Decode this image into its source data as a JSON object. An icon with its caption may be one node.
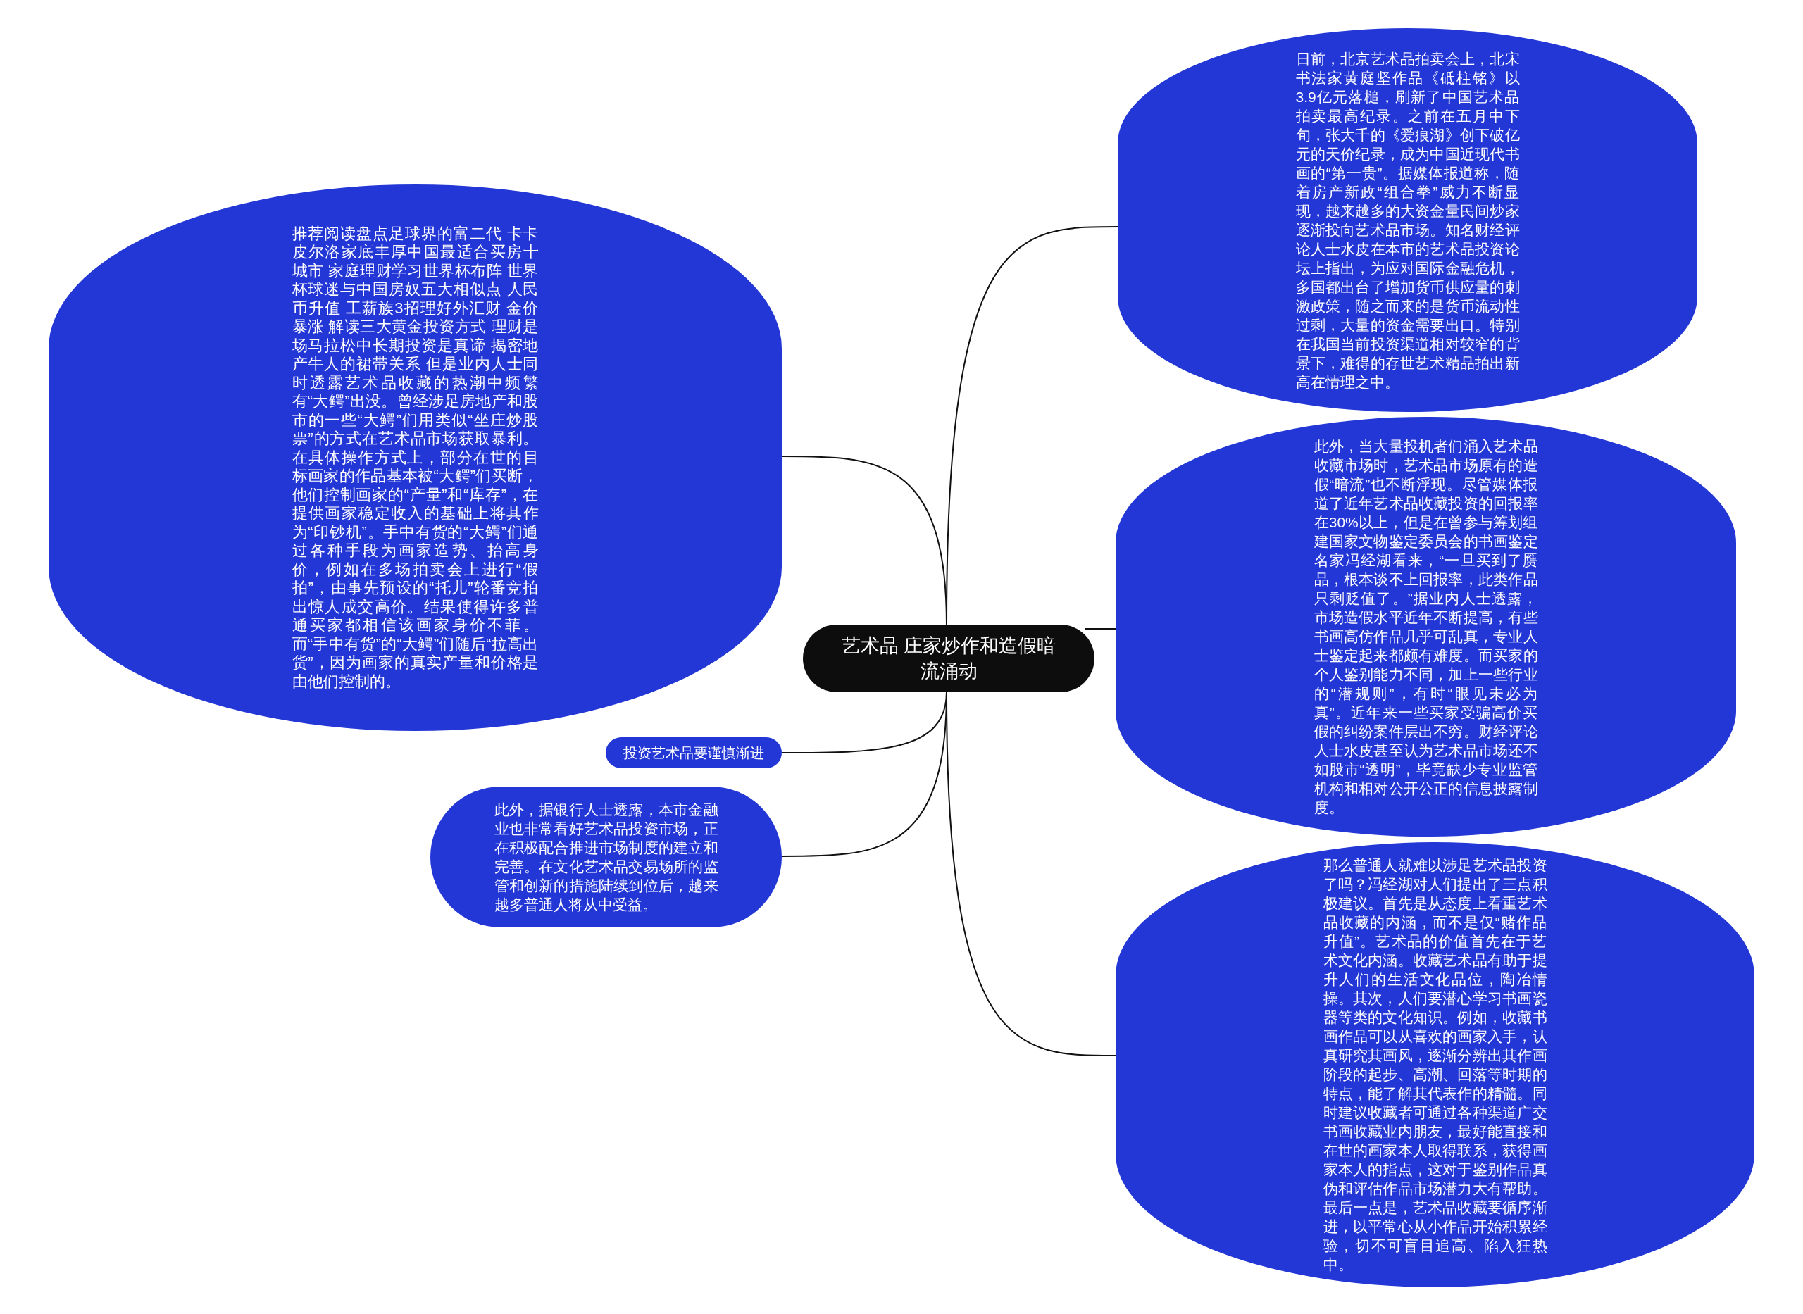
{
  "diagram": {
    "nodes": [
      {
        "text": [
          "艺术品 庄家炒作和造假暗流涌动"
        ]
      },
      {
        "text": [
          "推荐阅读盘点足球界的富二代 卡卡皮尔洛家底丰厚中国最适合买房十城市 家庭理财学习世界杯布阵 世界杯球迷与中国房奴五大相似点 人民币升值 工薪族3招理好外汇财 金价暴涨 解读三大黄金投资方式 理财是场马拉松中长期投资是真谛 揭密地产牛人的裙带关系 但是业内人士同时透露艺术品收藏的热潮中频繁有“大鳄”出没。曾经涉足房地产和股市的一些“大鳄”们用类似“坐庄炒股票”的方式在艺术品市场获取暴利。在具体操作方式上，部分在世的目标画家的作品基本被“大鳄”们买断，他们控制画家的“产量”和“库存”，在提供画家稳定收入的基础上将其作为“印钞机”。手中有货的“大鳄”们通过各种手段为画家造势、抬高身价，例如在多场拍卖会上进行“假拍”，由事先预设的“托儿”轮番竞拍出惊人成交高价。结果使得许多普通买家都相信该画家身价不菲。而“手中有货”的“大鳄”们随后“拉高出货”，因为画家的真实产量和价格是由他们控制的。"
        ]
      },
      {
        "text": [
          "投资艺术品要谨慎渐进"
        ]
      },
      {
        "text": [
          "此外，据银行人士透露，本市金融业也非常看好艺术品投资市场，正在积极配合推进市场制度的建立和完善。在文化艺术品交易场所的监管和创新的措施陆续到位后，越来越多普通人将从中受益。"
        ]
      },
      {
        "text": [
          "日前，北京艺术品拍卖会上，北宋书法家黄庭坚作品《砥柱铭》以3.9亿元落槌，刷新了中国艺术品拍卖最高纪录。之前在五月中下旬，张大千的《爱痕湖》创下破亿元的天价纪录，成为中国近现代书画的“第一贵”。据媒体报道称，随着房产新政“组合拳”威力不断显现，越来越多的大资金量民间炒家逐渐投向艺术品市场。知名财经评论人士水皮在本市的艺术品投资论坛上指出，为应对国际金融危机，多国都出台了增加货币供应量的刺激政策，随之而来的是货币流动性过剩，大量的资金需要出口。特别在我国当前投资渠道相对较窄的背景下，难得的存世艺术精品拍出新高在情理之中。"
        ]
      },
      {
        "text": [
          "此外，当大量投机者们涌入艺术品收藏市场时，艺术品市场原有的造假“暗流”也不断浮现。尽管媒体报道了近年艺术品收藏投资的回报率在30%以上，但是在曾参与筹划组建国家文物鉴定委员会的书画鉴定名家冯经湖看来，“一旦买到了赝品，根本谈不上回报率，此类作品只剩贬值了。”据业内人士透露，市场造假水平近年不断提高，有些书画高仿作品几乎可乱真，专业人士鉴定起来都颇有难度。而买家的个人鉴别能力不同，加上一些行业的“潜规则”，有时“眼见未必为真”。近年来一些买家受骗高价买假的纠纷案件层出不穷。财经评论人士水皮甚至认为艺术品市场还不如股市“透明”，毕竟缺少专业监管机构和相对公开公正的信息披露制度。"
        ]
      },
      {
        "text": [
          "那么普通人就难以涉足艺术品投资了吗？冯经湖对人们提出了三点积极建议。首先是从态度上看重艺术品收藏的内涵，而不是仅“赌作品升值”。艺术品的价值首先在于艺术文化内涵。收藏艺术品有助于提升人们的生活文化品位，陶冶情操。其次，人们要潜心学习书画瓷器等类的文化知识。例如，收藏书画作品可以从喜欢的画家入手，认真研究其画风，逐渐分辨出其作画阶段的起步、高潮、回落等时期的特点，能了解其代表作的精髓。同时建议收藏者可通过各种渠道广交书画收藏业内朋友，最好能直接和在世的画家本人取得联系，获得画家本人的指点，这对于鉴别作品真伪和评估作品市场潜力大有帮助。最后一点是，艺术品收藏要循序渐进，以平常心从小作品开始积累经验，切不可盲目追高、陷入狂热中。"
        ]
      }
    ],
    "edges": [
      {
        "from": 0,
        "to": 1,
        "arrow": "none"
      },
      {
        "from": 0,
        "to": 2,
        "arrow": "none"
      },
      {
        "from": 0,
        "to": 3,
        "arrow": "none"
      },
      {
        "from": 0,
        "to": 4,
        "arrow": "none"
      },
      {
        "from": 0,
        "to": 5,
        "arrow": "none"
      },
      {
        "from": 0,
        "to": 6,
        "arrow": "none"
      }
    ]
  }
}
